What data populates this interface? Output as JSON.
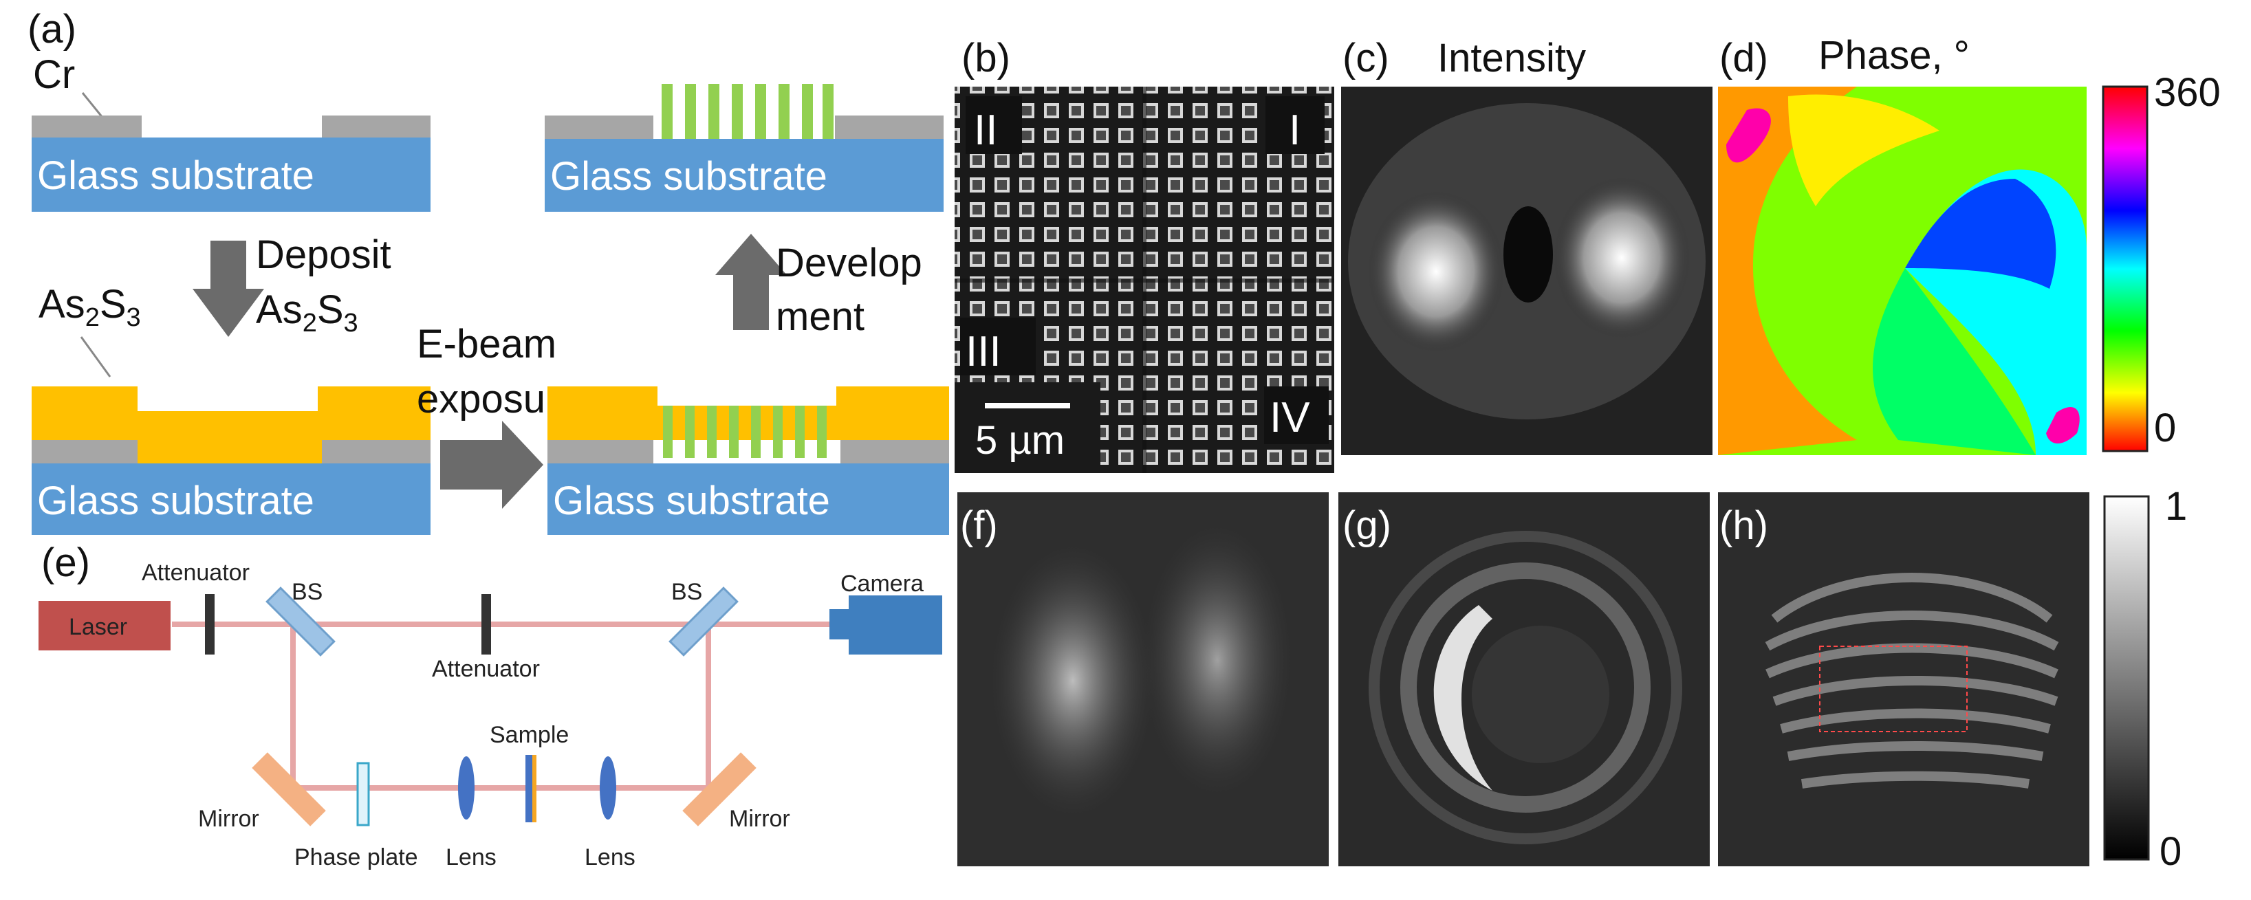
{
  "panel_labels": {
    "a": "(a)",
    "b": "(b)",
    "c": "(c)",
    "d": "(d)",
    "e": "(e)",
    "f": "(f)",
    "g": "(g)",
    "h": "(h)"
  },
  "fabrication": {
    "cr_label": "Cr",
    "substrate_label": "Glass substrate",
    "as2s3_base": "As",
    "as2s3_sub1": "2",
    "as2s3_mid": "S",
    "as2s3_sub2": "3",
    "deposit_line1": "Deposit",
    "ebeam_line1": "E-beam",
    "ebeam_line2": "exposure",
    "develop_line1": "Develop",
    "develop_line2": "ment"
  },
  "sem": {
    "quadrants": [
      "II",
      "I",
      "III",
      "IV"
    ],
    "scalebar_label": "5 µm"
  },
  "intensity_title": "Intensity",
  "phase_title": "Phase, °",
  "phase_colorbar": {
    "max": "360",
    "min": "0"
  },
  "gray_colorbar": {
    "max": "1",
    "min": "0"
  },
  "setup": {
    "laser": "Laser",
    "attenuator_top": "Attenuator",
    "bs_left": "BS",
    "attenuator_mid": "Attenuator",
    "bs_right": "BS",
    "camera": "Camera",
    "sample": "Sample",
    "mirror_left": "Mirror",
    "mirror_right": "Mirror",
    "phase_plate": "Phase plate",
    "lens_left": "Lens",
    "lens_right": "Lens"
  },
  "colors": {
    "substrate": "#5b9bd5",
    "chromium": "#a6a6a6",
    "as2s3": "#ffc000",
    "exposed": "#92d050",
    "arrow": "#6b6b6b",
    "laser": "#c0504d",
    "beam": "#e6a6a6",
    "camera": "#3f7fbf",
    "mirror": "#f4b183"
  }
}
